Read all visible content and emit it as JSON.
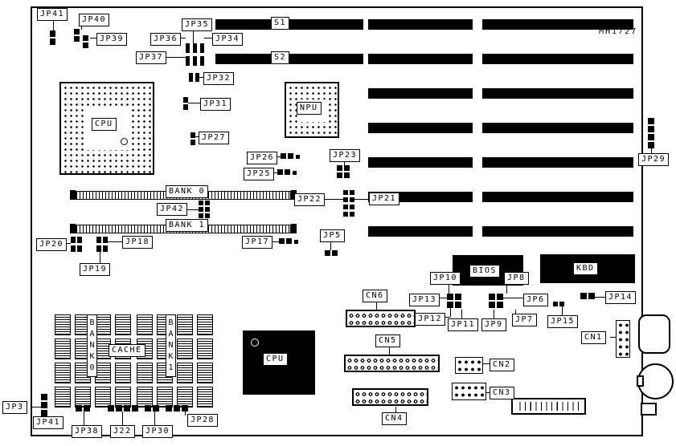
{
  "board": {
    "part_number": "MH1727"
  },
  "slots": {
    "s1": "S1",
    "s2": "S2"
  },
  "sockets": {
    "cpu": "CPU",
    "npu": "NPU"
  },
  "chips": {
    "bios": "BIOS",
    "kbd": "KBD",
    "cpu": "CPU",
    "cache": "CACHE",
    "cache_bank0": "BANK0",
    "cache_bank1": "BANK1"
  },
  "memory": {
    "bank0": "BANK 0",
    "bank1": "BANK 1"
  },
  "jumpers": {
    "jp3": "JP3",
    "jp5": "JP5",
    "jp6": "JP6",
    "jp7": "JP7",
    "jp8": "JP8",
    "jp9": "JP9",
    "jp10": "JP10",
    "jp11": "JP11",
    "jp12": "JP12",
    "jp13": "JP13",
    "jp14": "JP14",
    "jp15": "JP15",
    "jp17": "JP17",
    "jp18": "JP18",
    "jp19": "JP19",
    "jp20": "JP20",
    "jp21": "JP21",
    "jp22": "JP22",
    "jp23": "JP23",
    "jp25": "JP25",
    "jp26": "JP26",
    "jp27": "JP27",
    "jp28": "JP28",
    "jp29": "JP29",
    "jp30": "JP30",
    "jp31": "JP31",
    "jp32": "JP32",
    "jp34": "JP34",
    "jp35": "JP35",
    "jp36": "JP36",
    "jp37": "JP37",
    "jp38": "JP38",
    "jp39": "JP39",
    "jp40": "JP40",
    "jp41_top": "JP41",
    "jp41_bottom": "JP41",
    "jp42": "JP42"
  },
  "connectors": {
    "cn1": "CN1",
    "cn2": "CN2",
    "cn3": "CN3",
    "cn4": "CN4",
    "cn5": "CN5",
    "cn6": "CN6",
    "j22": "J22"
  }
}
